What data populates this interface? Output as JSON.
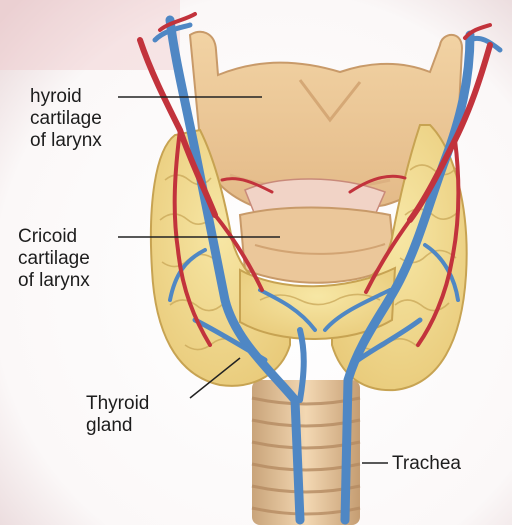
{
  "labels": {
    "thyroid_cartilage": [
      "hyroid",
      "cartilage",
      "of larynx"
    ],
    "cricoid_cartilage": [
      "Cricoid",
      "cartilage",
      "of larynx"
    ],
    "thyroid_gland": [
      "Thyroid",
      "gland"
    ],
    "trachea": [
      "Trachea"
    ]
  },
  "colors": {
    "cartilage": "#eec996",
    "gland": "#f1dd8a",
    "artery": "#c2333c",
    "vein": "#4f87c4",
    "label_text": "#1d1d1d",
    "leader_line": "#222222"
  }
}
